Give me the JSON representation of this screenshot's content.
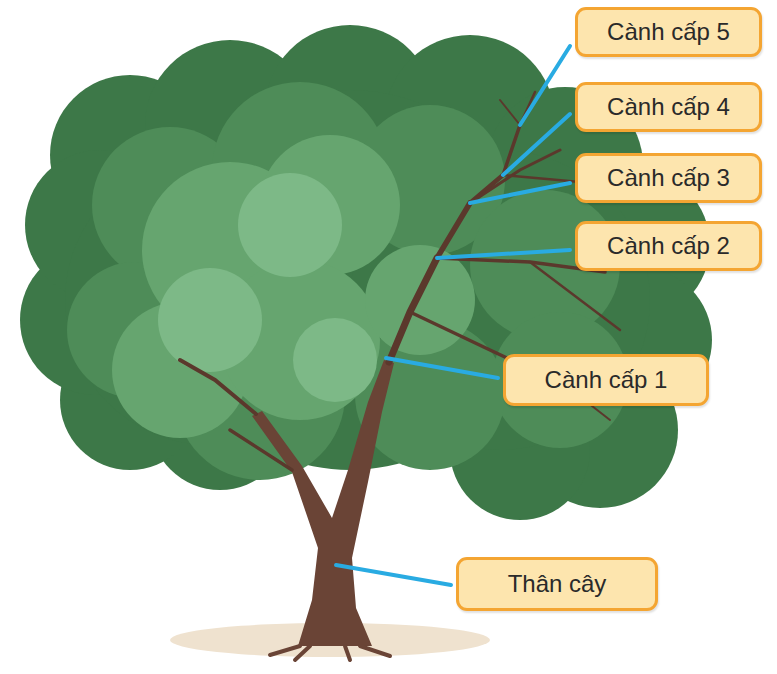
{
  "diagram": {
    "nodes": [
      {
        "text": [
          "Cành cấp 5"
        ]
      },
      {
        "text": [
          "Cành cấp 4"
        ]
      },
      {
        "text": [
          "Cành cấp 3"
        ]
      },
      {
        "text": [
          "Cành cấp 2"
        ]
      },
      {
        "text": [
          "Cành cấp 1"
        ]
      },
      {
        "text": [
          "Thân cây"
        ]
      }
    ]
  }
}
